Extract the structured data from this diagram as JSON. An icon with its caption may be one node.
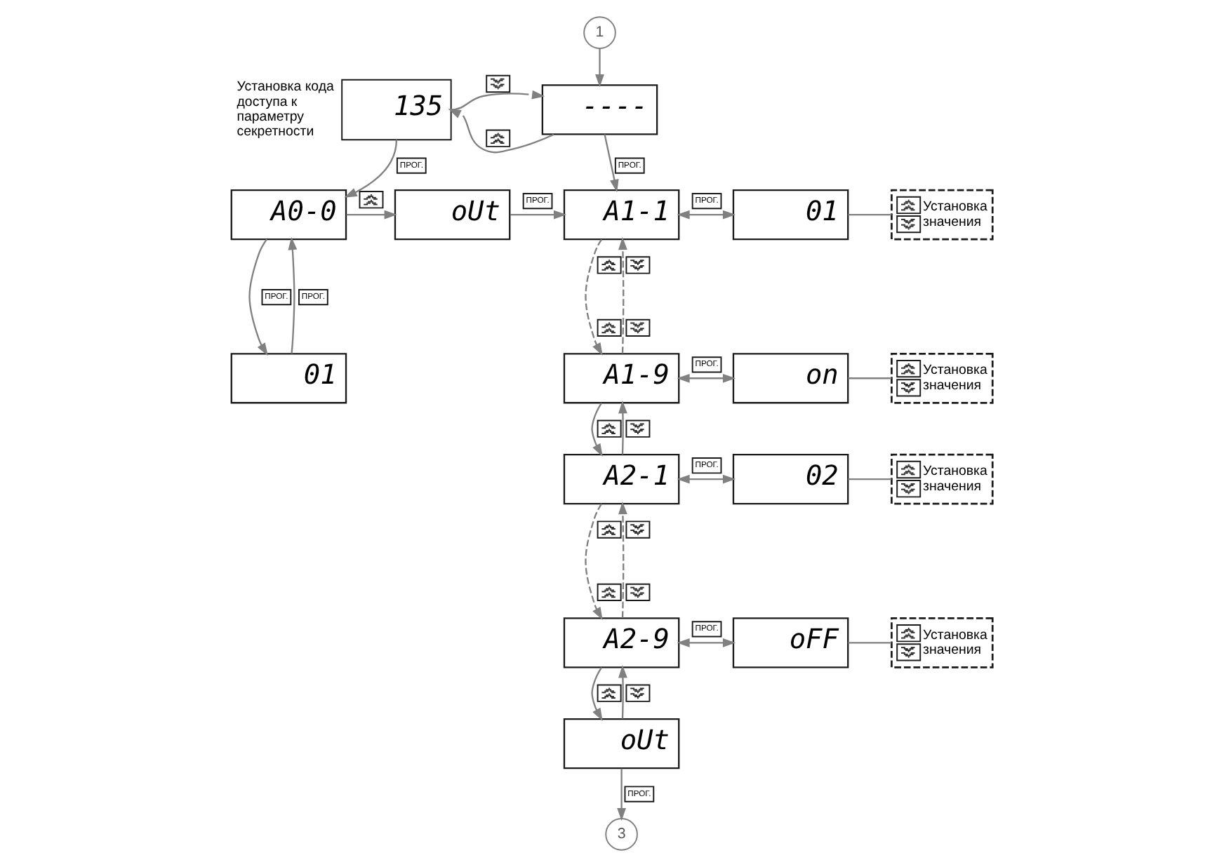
{
  "diagram": {
    "nodes": [
      {
        "text": [
          "1"
        ]
      },
      {
        "text": [
          "135"
        ],
        "beside": [
          "Установка кода доступа к параметру секретности"
        ]
      },
      {
        "text": [
          "----"
        ]
      },
      {
        "text": [
          "A0-0"
        ]
      },
      {
        "text": [
          "01"
        ]
      },
      {
        "text": [
          "oUt"
        ]
      },
      {
        "text": [
          "A1-1"
        ]
      },
      {
        "text": [
          "01"
        ]
      },
      {
        "text": [
          "Установка значения"
        ]
      },
      {
        "text": [
          "A1-9"
        ]
      },
      {
        "text": [
          "on"
        ]
      },
      {
        "text": [
          "Установка значения"
        ]
      },
      {
        "text": [
          "A2-1"
        ]
      },
      {
        "text": [
          "02"
        ]
      },
      {
        "text": [
          "Установка значения"
        ]
      },
      {
        "text": [
          "A2-9"
        ]
      },
      {
        "text": [
          "oFF"
        ]
      },
      {
        "text": [
          "Установка значения"
        ]
      },
      {
        "text": [
          "oUt"
        ]
      },
      {
        "text": [
          "3"
        ]
      }
    ],
    "edges": [
      {
        "from": 0,
        "to": 2,
        "arrow": "to"
      },
      {
        "from": 1,
        "to": 2,
        "arrow": "to"
      },
      {
        "from": 1,
        "to": 3,
        "arrow": "to",
        "label": "ПРОГ."
      },
      {
        "from": 2,
        "to": 1,
        "arrow": "to"
      },
      {
        "from": 2,
        "to": 6,
        "arrow": "to",
        "label": "ПРОГ."
      },
      {
        "from": 3,
        "to": 5,
        "arrow": "to"
      },
      {
        "from": 3,
        "to": 4,
        "arrow": "to",
        "label": "ПРОГ."
      },
      {
        "from": 4,
        "to": 3,
        "arrow": "to",
        "label": "ПРОГ."
      },
      {
        "from": 5,
        "to": 6,
        "arrow": "to",
        "label": "ПРОГ."
      },
      {
        "from": 6,
        "to": 7,
        "arrow": "both",
        "label": "ПРОГ."
      },
      {
        "from": 6,
        "to": 9,
        "arrow": "to",
        "style": "dashed"
      },
      {
        "from": 7,
        "to": 8,
        "arrow": "none"
      },
      {
        "from": 9,
        "to": 6,
        "arrow": "to",
        "style": "dashed"
      },
      {
        "from": 9,
        "to": 10,
        "arrow": "both",
        "label": "ПРОГ."
      },
      {
        "from": 9,
        "to": 12,
        "arrow": "to"
      },
      {
        "from": 10,
        "to": 11,
        "arrow": "none"
      },
      {
        "from": 12,
        "to": 9,
        "arrow": "to"
      },
      {
        "from": 12,
        "to": 13,
        "arrow": "both",
        "label": "ПРОГ."
      },
      {
        "from": 12,
        "to": 15,
        "arrow": "to",
        "style": "dashed"
      },
      {
        "from": 13,
        "to": 14,
        "arrow": "none"
      },
      {
        "from": 15,
        "to": 12,
        "arrow": "to",
        "style": "dashed"
      },
      {
        "from": 15,
        "to": 16,
        "arrow": "both",
        "label": "ПРОГ."
      },
      {
        "from": 15,
        "to": 18,
        "arrow": "to"
      },
      {
        "from": 16,
        "to": 17,
        "arrow": "none"
      },
      {
        "from": 18,
        "to": 15,
        "arrow": "to"
      },
      {
        "from": 18,
        "to": 19,
        "arrow": "to",
        "label": "ПРОГ."
      }
    ]
  }
}
